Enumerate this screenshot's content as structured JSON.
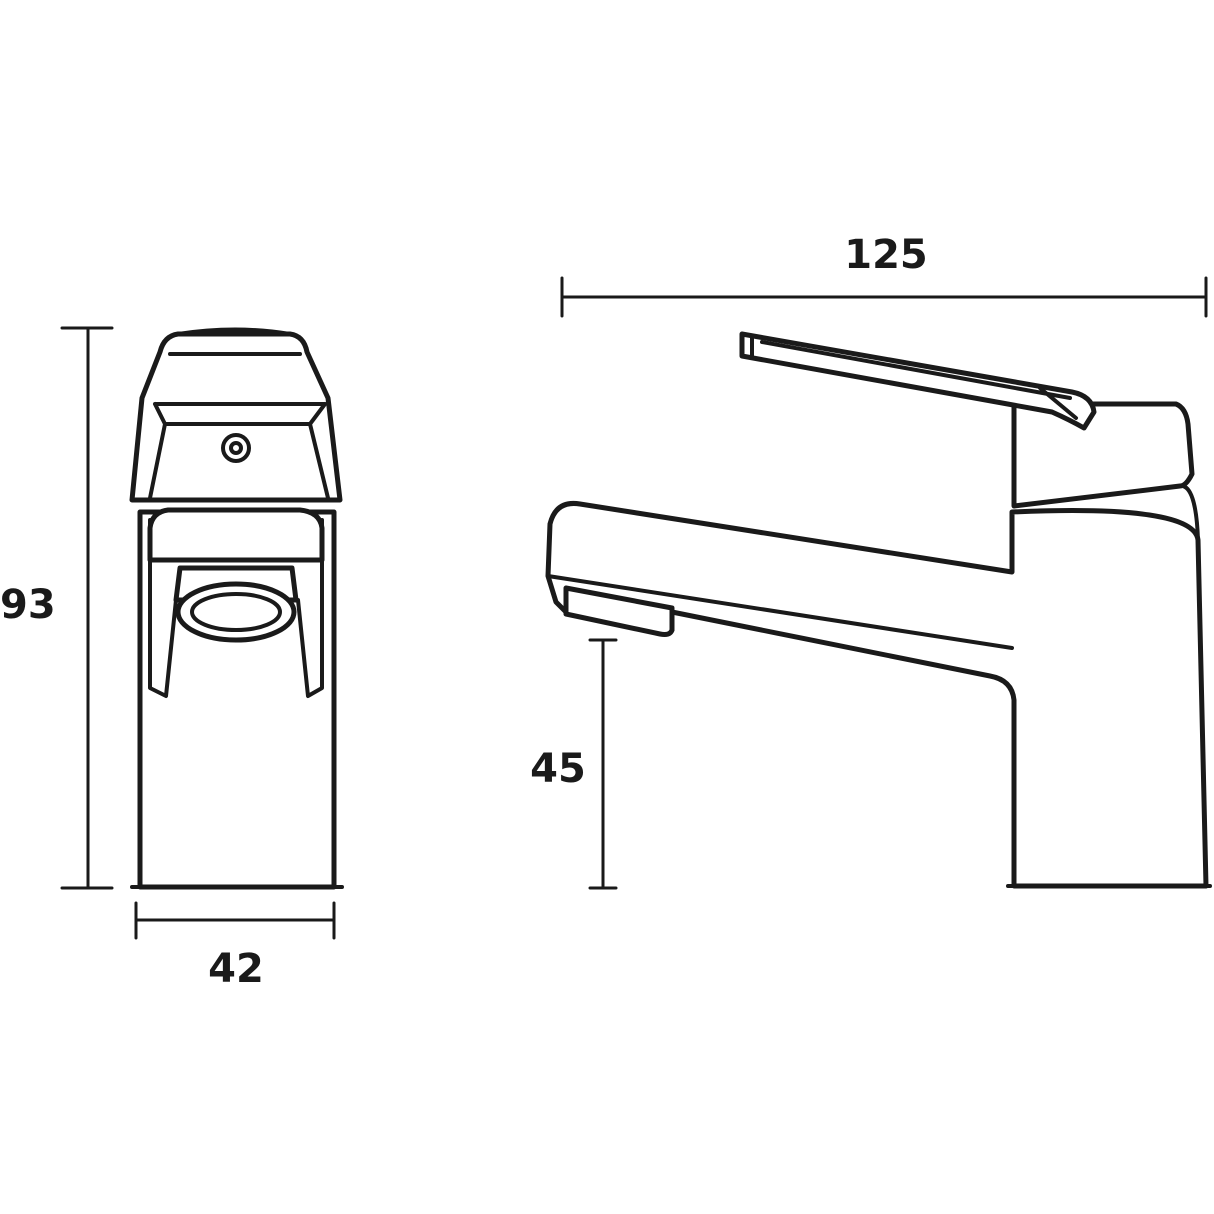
{
  "dimensions": {
    "height_total": "93",
    "width_front": "42",
    "length_side": "125",
    "spout_height": "45"
  },
  "colors": {
    "line": "#1a1a1a",
    "background": "#ffffff"
  }
}
